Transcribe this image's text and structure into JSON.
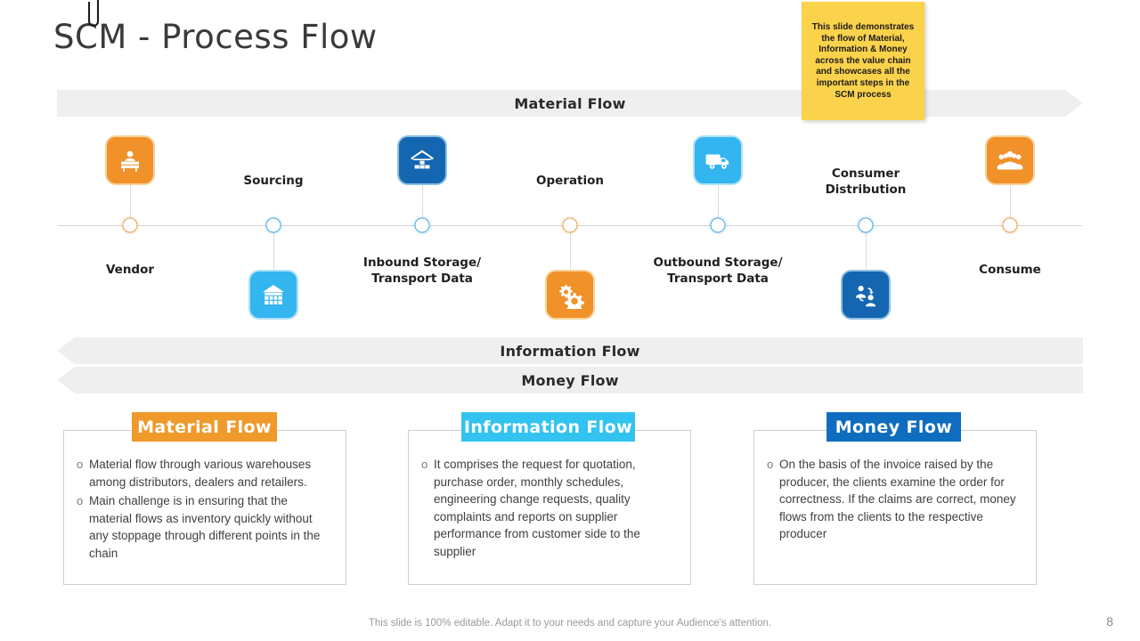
{
  "slide": {
    "title": "SCM - Process Flow",
    "page_number": "8",
    "footer": "This slide is 100% editable. Adapt it to your needs and capture your Audience's attention."
  },
  "sticky_note": {
    "text": "This slide demonstrates the flow of Material, Information & Money across the value chain and showcases all the important steps in the SCM process",
    "color": "#FBD24B",
    "clip_icon": "paperclip-icon"
  },
  "banners": [
    {
      "label": "Material Flow",
      "direction": "right",
      "color": "#EFEFEF"
    },
    {
      "label": "Information Flow",
      "direction": "left",
      "color": "#EFEFEF"
    },
    {
      "label": "Money Flow",
      "direction": "left",
      "color": "#EFEFEF"
    }
  ],
  "timeline": {
    "nodes": [
      {
        "label": "Vendor",
        "icon": "vendor-counter-icon",
        "icon_color": "#F0912A",
        "icon_style": "orange",
        "dot_color": "#E2A14F",
        "side": "above"
      },
      {
        "label": "Sourcing",
        "icon": "storefront-icon",
        "icon_color": "#33B5F0",
        "icon_style": "lightblue",
        "dot_color": "#4AA8E0",
        "side": "below"
      },
      {
        "label": "Inbound Storage/\nTransport Data",
        "icon": "warehouse-boxes-icon",
        "icon_color": "#1566B0",
        "icon_style": "darkblue",
        "dot_color": "#4AA8E0",
        "side": "above"
      },
      {
        "label": "Operation",
        "icon": "gears-icon",
        "icon_color": "#F0912A",
        "icon_style": "orange",
        "dot_color": "#E2A14F",
        "side": "below"
      },
      {
        "label": "Outbound Storage/\nTransport Data",
        "icon": "delivery-truck-icon",
        "icon_color": "#33B5F0",
        "icon_style": "lightblue",
        "dot_color": "#4AA8E0",
        "side": "above"
      },
      {
        "label": "Consumer\nDistribution",
        "icon": "people-exchange-icon",
        "icon_color": "#1566B0",
        "icon_style": "darkblue",
        "dot_color": "#4AA8E0",
        "side": "below"
      },
      {
        "label": "Consume",
        "icon": "people-group-icon",
        "icon_color": "#F0912A",
        "icon_style": "orange",
        "dot_color": "#E2A14F",
        "side": "above"
      }
    ]
  },
  "cards": [
    {
      "tag": "Material Flow",
      "tag_color": "#EF9A2B",
      "bullets": [
        "Material flow through various warehouses among distributors, dealers and retailers.",
        "Main challenge is in ensuring that the material flows as inventory quickly without any stoppage through different points in the chain"
      ]
    },
    {
      "tag": "Information Flow",
      "tag_color": "#33C3F0",
      "bullets": [
        "It comprises the request for quotation, purchase order, monthly schedules, engineering change requests, quality complaints and reports on supplier performance from customer side to the supplier"
      ]
    },
    {
      "tag": "Money Flow",
      "tag_color": "#0E6DBE",
      "bullets": [
        "On the basis of the invoice raised by the producer, the clients examine the order for correctness. If the claims are correct, money flows from the clients to the respective producer"
      ]
    }
  ]
}
